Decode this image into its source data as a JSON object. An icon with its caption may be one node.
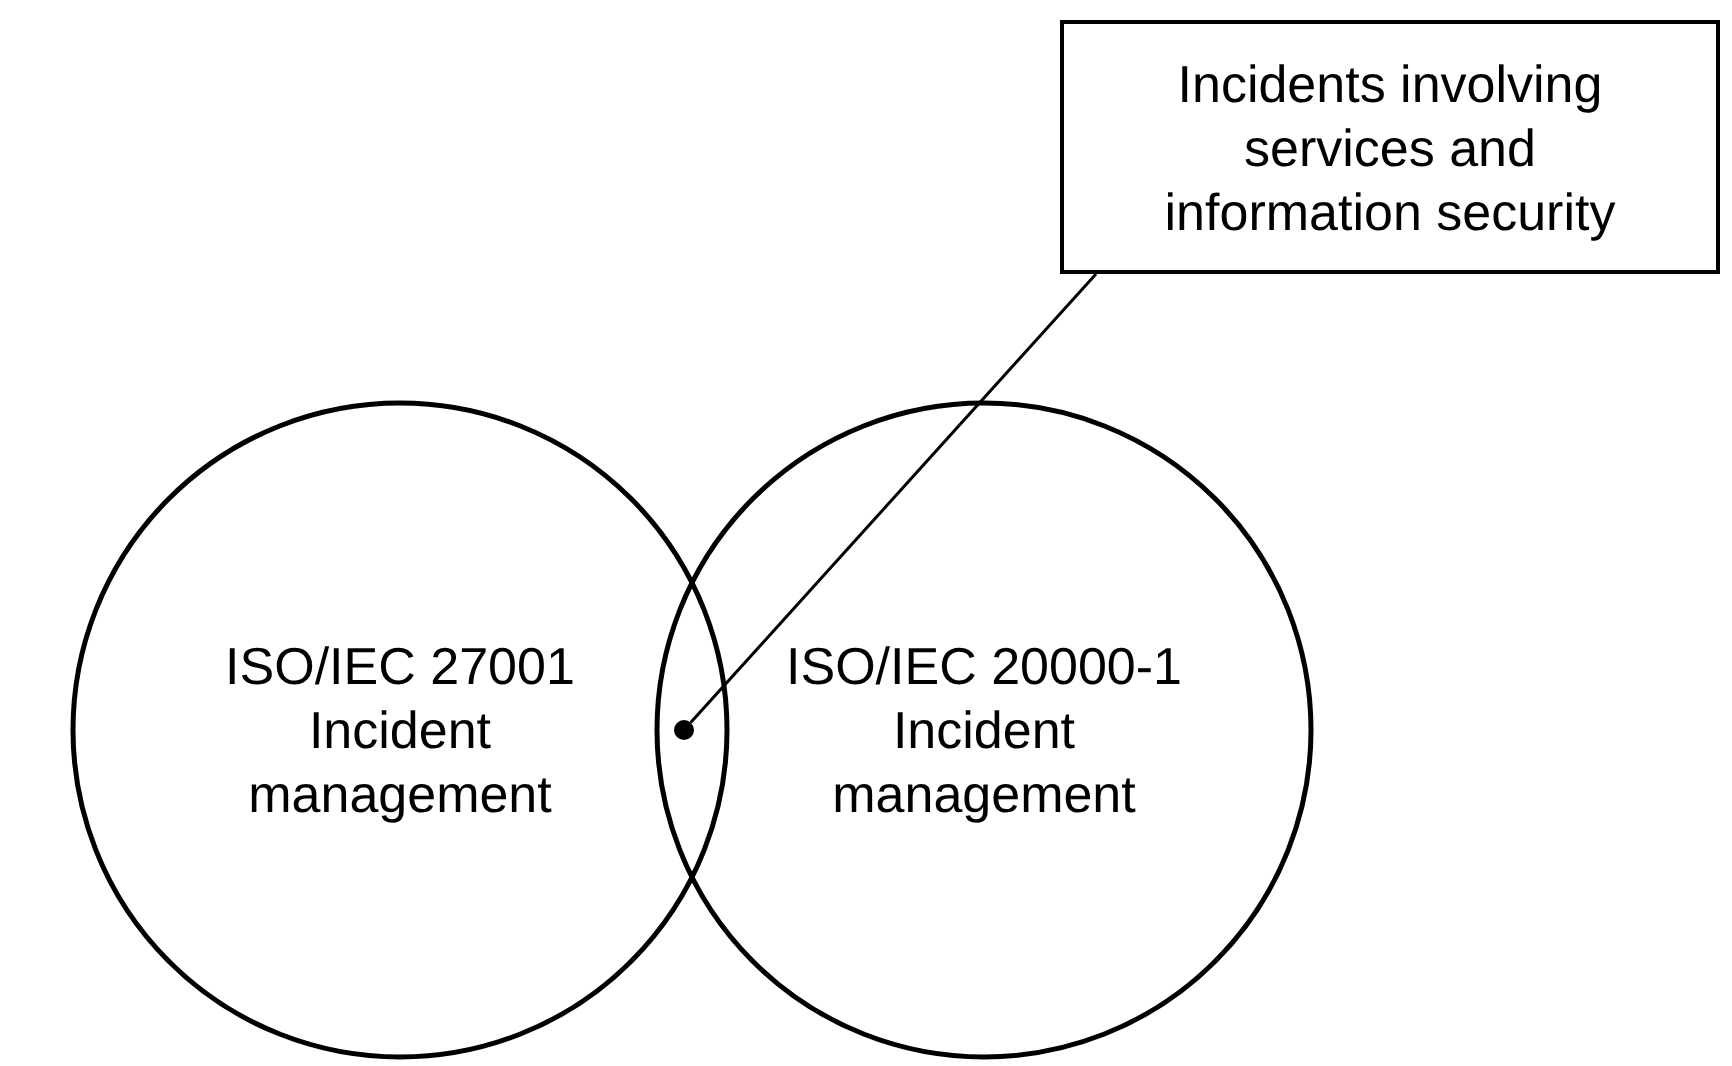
{
  "diagram": {
    "nodes": [
      {
        "text": [
          "Incidents involving services and information security"
        ]
      },
      {
        "text": [
          "ISO/IEC 27001 Incident management"
        ]
      },
      {
        "text": [
          "ISO/IEC 20000-1 Incident management"
        ]
      },
      {
        "text": [],
        "shape": "circle"
      }
    ],
    "edges": [
      {
        "from": 0,
        "to": 3,
        "arrow": "none"
      }
    ]
  }
}
